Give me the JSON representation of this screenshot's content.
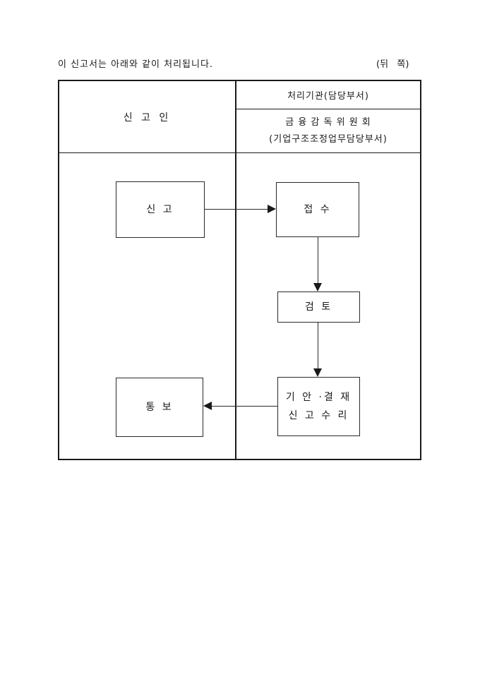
{
  "page": {
    "intro_text": "이 신고서는 아래와 같이 처리됩니다.",
    "side_label": "(뒤   쪽)"
  },
  "table": {
    "applicant_column_header": "신 고 인",
    "agency_column_header": "처리기관(담당부서)",
    "agency_name": "금 융 감 독 위 원 회",
    "agency_department": "(기업구조조정업무담당부서)"
  },
  "flowchart": {
    "report_label": "신 고",
    "receipt_label": "접 수",
    "review_label": "검 토",
    "approval_label_line1": "기 안 ·결 재",
    "approval_label_line2": "신 고 수 리",
    "notification_label": "통 보"
  },
  "colors": {
    "line_color": "#1a1a1a",
    "background": "#ffffff",
    "text_color": "#1a1a1a"
  }
}
